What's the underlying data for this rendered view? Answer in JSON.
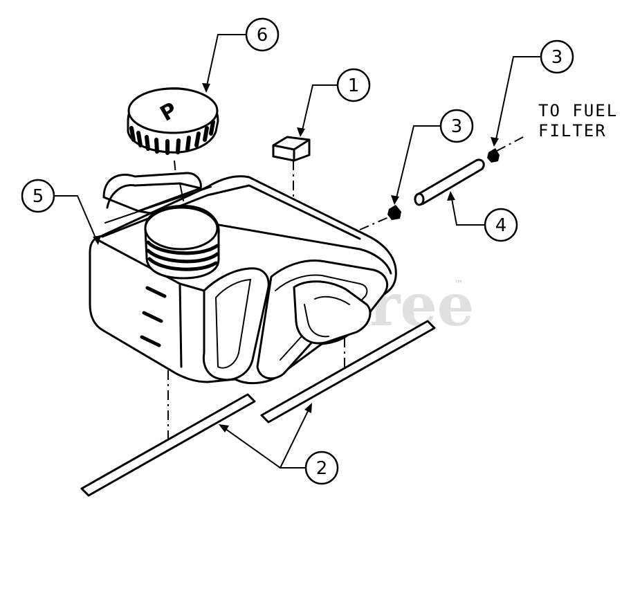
{
  "callouts": [
    {
      "id": "1",
      "label": "1"
    },
    {
      "id": "2",
      "label": "2"
    },
    {
      "id": "3a",
      "label": "3"
    },
    {
      "id": "3b",
      "label": "3"
    },
    {
      "id": "4",
      "label": "4"
    },
    {
      "id": "5",
      "label": "5"
    },
    {
      "id": "6",
      "label": "6"
    }
  ],
  "fuel_filter_label": {
    "line1": "TO FUEL",
    "line2": "FILTER"
  },
  "watermark": {
    "text": "PartsTree",
    "tm": "™"
  },
  "cap_mark": "P"
}
